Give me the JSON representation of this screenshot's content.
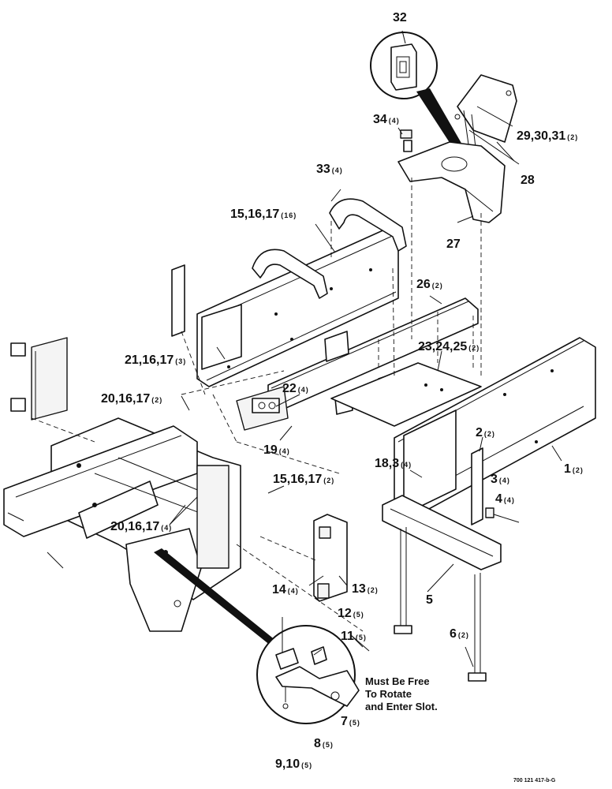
{
  "diagram": {
    "callouts": {
      "c32": "32",
      "c34": {
        "num": "34",
        "qty": "(4)"
      },
      "c29": {
        "num": "29,30,31",
        "qty": "(2)"
      },
      "c28": "28",
      "c33": {
        "num": "33",
        "qty": "(4)"
      },
      "c27": "27",
      "c15a": {
        "num": "15,16,17",
        "qty": "(16)"
      },
      "c26": {
        "num": "26",
        "qty": "(2)"
      },
      "c21": {
        "num": "21,16,17",
        "qty": "(3)"
      },
      "c23": {
        "num": "23,24,25",
        "qty": "(2)"
      },
      "c22": {
        "num": "22",
        "qty": "(4)"
      },
      "c20a": {
        "num": "20,16,17",
        "qty": "(2)"
      },
      "c19": {
        "num": "19",
        "qty": "(4)"
      },
      "c2": {
        "num": "2",
        "qty": "(2)"
      },
      "c1": {
        "num": "1",
        "qty": "(2)"
      },
      "c18": {
        "num": "18,3",
        "qty": "(4)"
      },
      "c15b": {
        "num": "15,16,17",
        "qty": "(2)"
      },
      "c3": {
        "num": "3",
        "qty": "(4)"
      },
      "c4": {
        "num": "4",
        "qty": "(4)"
      },
      "c20b": {
        "num": "20,16,17",
        "qty": "(4)"
      },
      "c14": {
        "num": "14",
        "qty": "(4)"
      },
      "c13": {
        "num": "13",
        "qty": "(2)"
      },
      "c5": "5",
      "c12": {
        "num": "12",
        "qty": "(5)"
      },
      "c11": {
        "num": "11",
        "qty": "(5)"
      },
      "c6": {
        "num": "6",
        "qty": "(2)"
      },
      "c7": {
        "num": "7",
        "qty": "(5)"
      },
      "c8": {
        "num": "8",
        "qty": "(5)"
      },
      "c9": {
        "num": "9,10",
        "qty": "(5)"
      }
    },
    "note": [
      "Must Be Free",
      "To Rotate",
      "and Enter Slot."
    ],
    "drawing_number": "700 121 417-b-G"
  }
}
